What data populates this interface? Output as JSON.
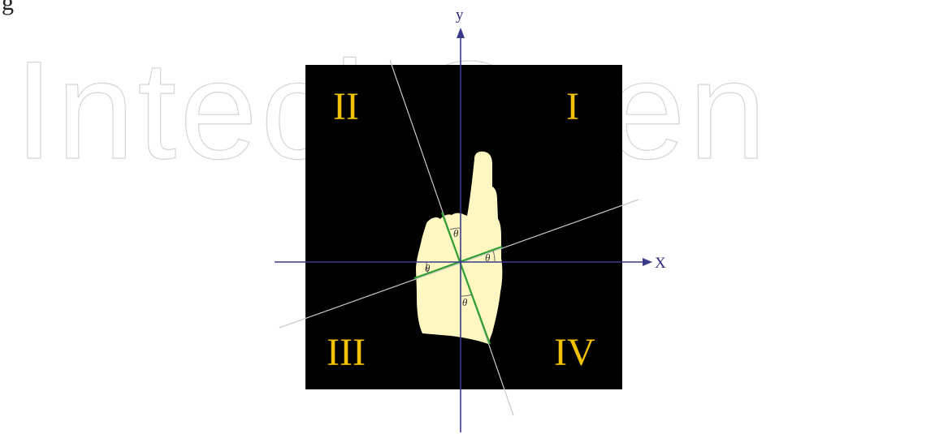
{
  "header_fragment": "g",
  "watermark": {
    "text": "IntechOpen"
  },
  "diagram": {
    "axes": {
      "x_label": "X",
      "y_label": "y"
    },
    "quadrants": {
      "q1": "I",
      "q2": "II",
      "q3": "III",
      "q4": "IV"
    },
    "angle_symbol": "θ",
    "colors": {
      "background": "#000000",
      "hand": "#fff7c2",
      "axis": "#3a3a8c",
      "quadrant_text": "#f2c200",
      "rotated_axis": "#c8c8c8",
      "hand_axis": "#2e9e2e"
    }
  }
}
